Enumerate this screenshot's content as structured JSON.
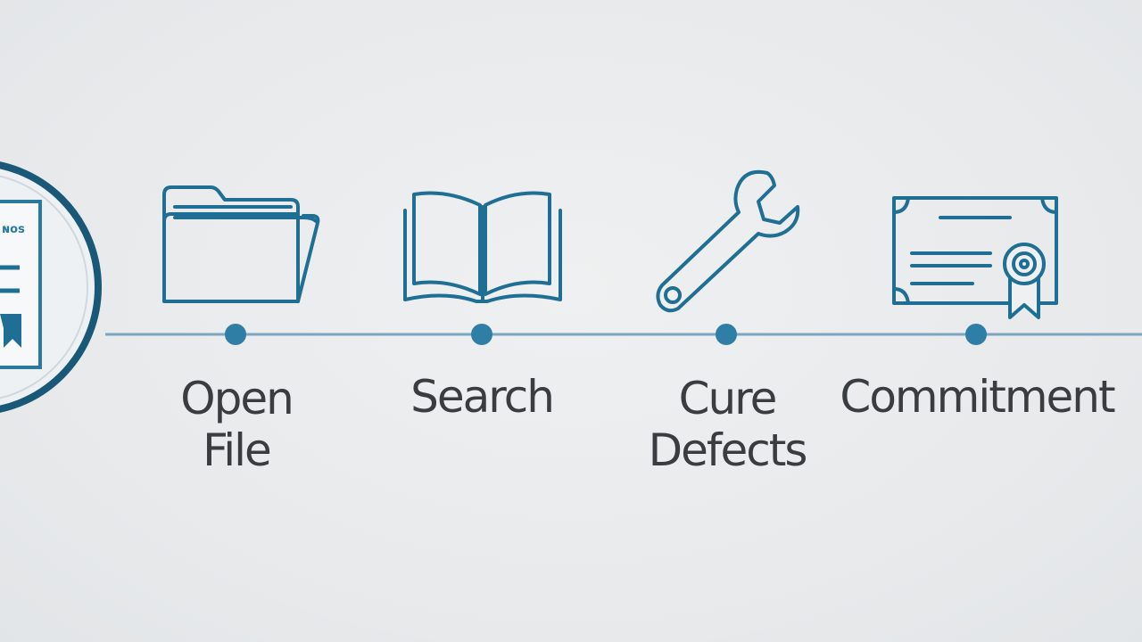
{
  "colors": {
    "icon_stroke": "#1f6f94",
    "icon_stroke_dark": "#1a5878",
    "timeline_line": "#7aa6bf",
    "node_fill": "#2f7ea5",
    "label_text": "#3a3d40",
    "background": "#e9ebed"
  },
  "badge": {
    "icon": "certificate-badge-icon",
    "text": "ɴos"
  },
  "steps": [
    {
      "icon": "folder-icon",
      "line1": "Open",
      "line2": "File"
    },
    {
      "icon": "open-book-icon",
      "line1": "Search",
      "line2": ""
    },
    {
      "icon": "wrench-icon",
      "line1": "Cure",
      "line2": "Defects"
    },
    {
      "icon": "certificate-icon",
      "line1": "Commitment",
      "line2": ""
    }
  ]
}
